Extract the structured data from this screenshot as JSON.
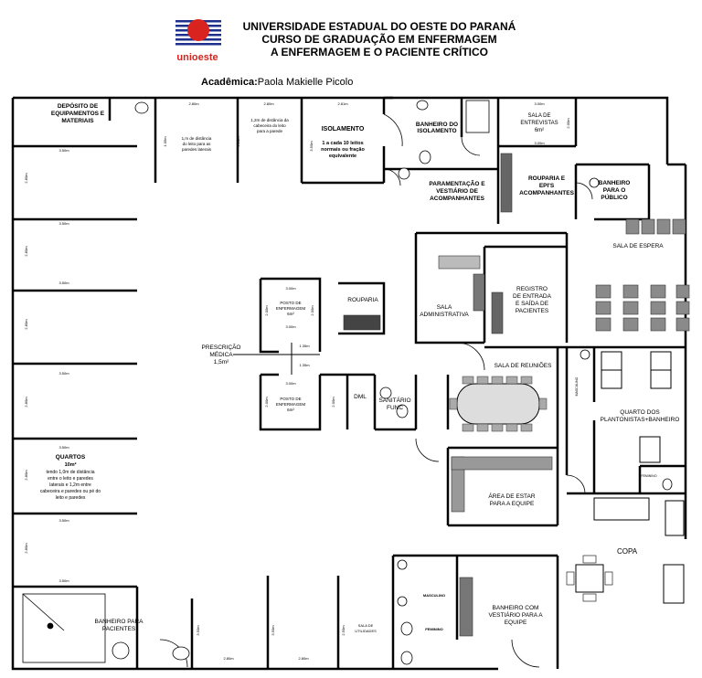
{
  "header": {
    "line1": "UNIVERSIDADE ESTADUAL DO OESTE DO PARANÁ",
    "line2": "CURSO DE GRADUAÇÃO EM ENFERMAGEM",
    "line3": "A ENFERMAGEM E O PACIENTE CRÍTICO",
    "logo_text": "unioeste",
    "academic_label": "Acadêmica:",
    "academic_name": "Paola Makielle Picolo",
    "logo_color": "#d8231f",
    "logo_bar_color": "#1e2f8c"
  },
  "rooms": {
    "deposito": [
      "DEPÓSITO DE",
      "EQUIPAMENTOS E",
      "MATERIAIS"
    ],
    "isolamento": "ISOLAMENTO",
    "isolamento_note": [
      "1 a cada 10 leitos",
      "normais ou fração",
      "equivalente"
    ],
    "banheiro_isolamento": [
      "BANHEIRO DO",
      "ISOLAMENTO"
    ],
    "paramentacao": [
      "PARAMENTAÇÃO E",
      "VESTIÁRIO DE",
      "ACOMPANHANTES"
    ],
    "sala_entrevistas": [
      "SALA DE",
      "ENTREVISTAS",
      "6m²"
    ],
    "rouparia_epis": [
      "ROUPARIA E",
      "EPI'S",
      "ACOMPANHANTES"
    ],
    "banheiro_publico": [
      "BANHEIRO",
      "PARA O",
      "PÚBLICO"
    ],
    "sala_espera": "SALA DE ESPERA",
    "sala_administrativa": [
      "SALA",
      "ADMINISTRATIVA"
    ],
    "registro": [
      "REGISTRO",
      "DE ENTRADA",
      "E SAÍDA DE",
      "PACIENTES"
    ],
    "rouparia": "ROUPARIA",
    "posto1": [
      "POSTO DE",
      "ENFERMAGEM",
      "6m²"
    ],
    "posto2": [
      "POSTO DE",
      "ENFERMAGEM",
      "6m²"
    ],
    "prescricao": [
      "PRESCRIÇÃO",
      "MÉDICA",
      "1,5m²"
    ],
    "dml": "DML",
    "sanitario_func": [
      "SANITÁRIO",
      "FUNC"
    ],
    "sala_reunioes": "SALA DE REUNIÕES",
    "quarto_plantonistas": [
      "QUARTO DOS",
      "PLANTONISTAS+BANHEIRO"
    ],
    "masculino_small": "MASCULINO",
    "feminino_small": "FEMININO",
    "area_estar": [
      "ÁREA DE ESTAR",
      "PARA A EQUIPE"
    ],
    "copa": "COPA",
    "quartos": [
      "QUARTOS",
      "10m²",
      "tendo 1,0m de distância",
      "entre o leito e paredes",
      "laterais e 1,2m entre",
      "cabeceira e paredes ou pé do",
      "leito e paredes"
    ],
    "banheiro_pacientes": [
      "BANHEIRO PARA",
      "PACIENTES"
    ],
    "sala_utilidades": [
      "SALA DE",
      "UTILIDADES"
    ],
    "banheiro_equipe": [
      "BANHEIRO COM",
      "VESTIÁRIO PARA A",
      "EQUIPE"
    ],
    "masculino": "MASCULINO",
    "feminino": "FEMININO",
    "note_leito1": [
      "1,m de distância",
      "do leito para as",
      "paredes laterais"
    ],
    "note_leito2": [
      "1,2m de distância da",
      "cabeceira do leito",
      "para a parede"
    ]
  },
  "dims": {
    "d350": "3.50m",
    "d280": "2.80m",
    "d281": "2.81m",
    "d300": "3.00m",
    "d250": "2.50m",
    "d240": "2.40m",
    "d200": "2.00m",
    "d135": "1.35m",
    "d105": "1.05m"
  }
}
